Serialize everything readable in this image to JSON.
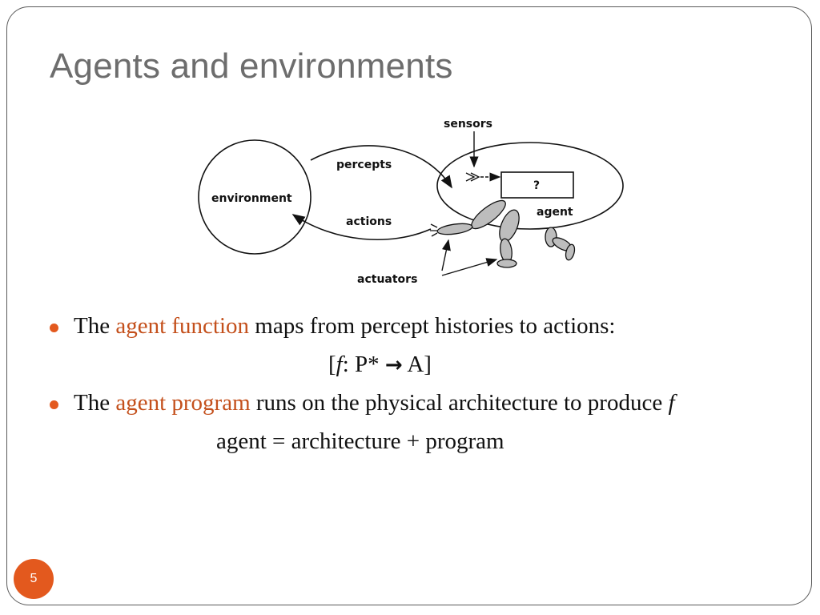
{
  "slide": {
    "title": "Agents and environments",
    "page_number": "5",
    "accent_color": "#e3591e"
  },
  "diagram": {
    "labels": {
      "sensors": "sensors",
      "percepts": "percepts",
      "environment": "environment",
      "actions": "actions",
      "agent": "agent",
      "unknown": "?",
      "actuators": "actuators"
    }
  },
  "bullets": [
    {
      "prefix": "The ",
      "highlight": "agent function",
      "suffix": " maps from percept histories to actions:"
    },
    {
      "prefix": "The ",
      "highlight": "agent program",
      "suffix": " runs on the physical architecture to produce ",
      "italic_tail": "f"
    }
  ],
  "formula1": {
    "open": "[",
    "f": "f",
    "middle": ": P* ",
    "arrow": "→",
    "close": " A]"
  },
  "formula2": {
    "text": "agent = architecture + program"
  }
}
